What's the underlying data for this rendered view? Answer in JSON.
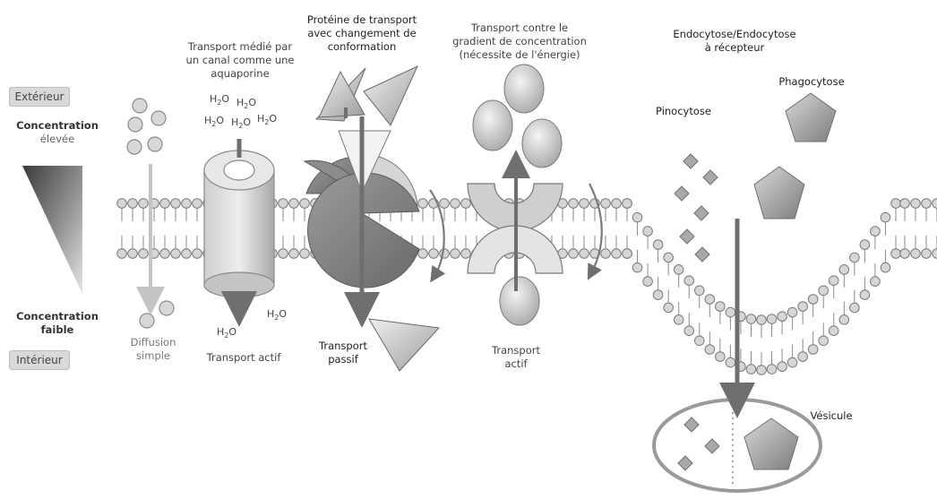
{
  "labels": {
    "exterieur": "Extérieur",
    "interieur": "Intérieur",
    "conc_high_1": "Concentration",
    "conc_high_2": "élevée",
    "conc_low_1": "Concentration",
    "conc_low_2": "faible",
    "diffusion_1": "Diffusion",
    "diffusion_2": "simple",
    "channel_1": "Transport médié par",
    "channel_2": "un canal comme une",
    "channel_3": "aquaporine",
    "channel_bottom": "Transport actif",
    "protein_1": "Protéine de transport",
    "protein_2": "avec changement de",
    "protein_3": "conformation",
    "passive_1": "Transport",
    "passive_2": "passif",
    "gradient_1": "Transport contre le",
    "gradient_2": "gradient de concentration",
    "gradient_3": "(nécessite de l'énergie)",
    "active_1": "Transport",
    "active_2": "actif",
    "endo_1": "Endocytose/Endocytose",
    "endo_2": "à récepteur",
    "pinocytose": "Pinocytose",
    "phagocytose": "Phagocytose",
    "vesicule": "Vésicule",
    "h2o_main": "H",
    "h2o_sub": "2",
    "h2o_tail": "O"
  },
  "colors": {
    "lipid_head": "#d6d6d6",
    "lipid_stroke": "#7a7a7a",
    "protein_dark": "#6e6e6e",
    "protein_light": "#e0e0e0",
    "arrow": "#6f6f6f"
  }
}
